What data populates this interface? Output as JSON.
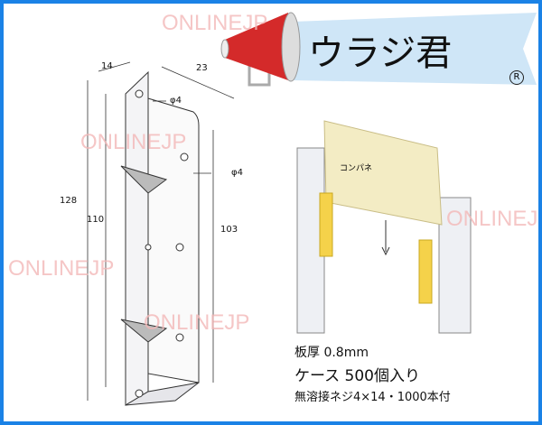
{
  "brand": {
    "title": "ウラジ君",
    "registered_mark": "R"
  },
  "watermark": "ONLINEJP",
  "dimensions": {
    "width_small": "14",
    "width_large": "23",
    "hole_top": "φ4",
    "hole_side": "φ4",
    "height_total": "128",
    "height_inner": "110",
    "height_side": "103"
  },
  "illustration": {
    "panel_label": "コンパネ"
  },
  "spec": {
    "thickness": "板厚 0.8mm",
    "case": "ケース 500個入り",
    "screws": "無溶接ネジ4×14・1000本付"
  },
  "colors": {
    "border": "#1a82e6",
    "banner": "#cfe6f7",
    "megaphone": "#d42a2a",
    "panel": "#f3ecc4",
    "bracket": "#f5d24a"
  }
}
